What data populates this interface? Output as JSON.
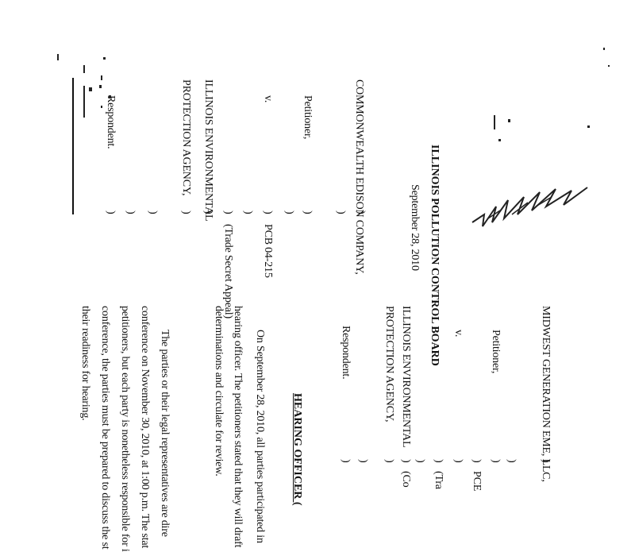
{
  "page_back": {
    "board": "ILLINOIS POLLUTION CONTROL BOARD",
    "date": "September 28, 2010",
    "petitioner_name": "COMMONWEALTH EDISON COMPANY,",
    "petitioner_role": "Petitioner,",
    "versus": "v.",
    "respondent_line1": "ILLINOIS ENVIRONMENTAL",
    "respondent_line2": "PROTECTION AGENCY,",
    "respondent_role": "Respondent.",
    "case_number": "PCB 04-215",
    "case_type": "(Trade Secret Appeal)",
    "paren": ")"
  },
  "page_front": {
    "petitioner_name": "MIDWEST GENERATION EME, LLC,",
    "petitioner_role": "Petitioner,",
    "versus": "v.",
    "respondent_line1": "ILLINOIS ENVIRONMENTAL",
    "respondent_line2": "PROTECTION AGENCY,",
    "respondent_role": "Respondent.",
    "case_number": "PCE",
    "case_type": "(Tra",
    "case_note": "(Co",
    "paren": ")",
    "order_title": "HEARING OFFICER (",
    "paragraph1": [
      "On September 28, 2010, all parties participated in",
      "hearing officer.  The petitioners stated that they will draft",
      "determinations and circulate for review."
    ],
    "paragraph2": [
      "The parties or their legal representatives are dire",
      "conference on November 30, 2010, at 1:00 p.m.  The stat",
      "petitioners, but each party is nonetheless responsible for i",
      "conference, the parties must be prepared to discuss the st",
      "their readiness for hearing."
    ]
  }
}
